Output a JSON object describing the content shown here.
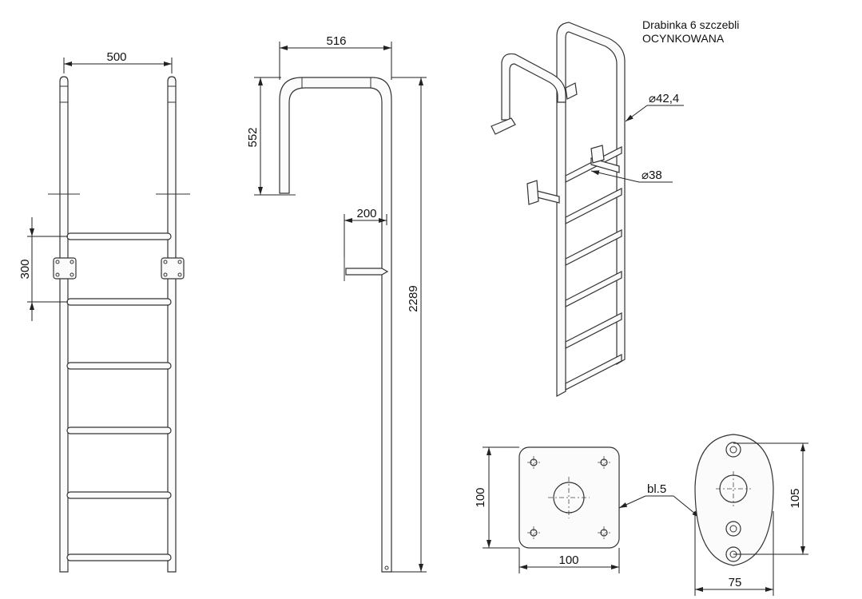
{
  "title": {
    "line1": "Drabinka 6 szczebli",
    "line2": "OCYNKOWANA"
  },
  "front_view": {
    "width_label": "500",
    "rung_spacing_label": "300"
  },
  "side_view": {
    "top_width_label": "516",
    "top_height_label": "552",
    "bracket_offset_label": "200",
    "total_height_label": "2289"
  },
  "iso_view": {
    "rail_diameter_label": "⌀42,4",
    "rung_diameter_label": "⌀38"
  },
  "square_plate": {
    "width_label": "100",
    "height_label": "100",
    "thickness_label": "bl.5"
  },
  "oval_plate": {
    "width_label": "75",
    "height_label": "105"
  },
  "colors": {
    "line": "#333333",
    "background": "#ffffff"
  }
}
